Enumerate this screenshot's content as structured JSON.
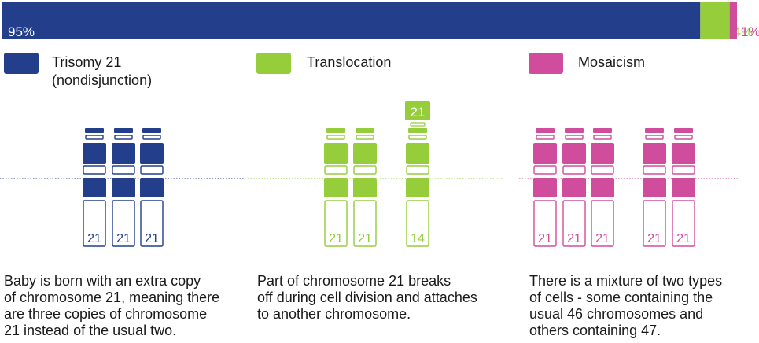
{
  "chart_data": {
    "type": "bar",
    "orientation": "horizontal-stacked",
    "series": [
      {
        "name": "Trisomy 21\n(nondisjunction)",
        "value": 95,
        "label": "95%",
        "color": "#233f8c"
      },
      {
        "name": "Translocation",
        "value": 4,
        "label": "4%",
        "color": "#95cd3b"
      },
      {
        "name": "Mosaicism",
        "value": 1,
        "label": "1%",
        "color": "#d04d9d"
      }
    ],
    "xlim": [
      0,
      100
    ]
  },
  "panels": [
    {
      "key": "trisomy",
      "color": "#233f8c",
      "chromosomes": [
        "21",
        "21",
        "21"
      ],
      "description": "Baby is born with an extra copy\nof chromosome 21, meaning there\nare three copies of chromosome\n21 instead of the usual two."
    },
    {
      "key": "translocation",
      "color": "#95cd3b",
      "chromosomes": [
        "21",
        "21",
        "14"
      ],
      "attached_label": "21",
      "description": "Part of chromosome 21 breaks\noff during cell division and attaches\nto another chromosome."
    },
    {
      "key": "mosaicism",
      "color": "#d04d9d",
      "chromosomes": [
        "21",
        "21",
        "21",
        "21",
        "21"
      ],
      "description": "There is a mixture of two types\nof cells - some containing the\nusual 46 chromosomes and\nothers containing 47."
    }
  ]
}
